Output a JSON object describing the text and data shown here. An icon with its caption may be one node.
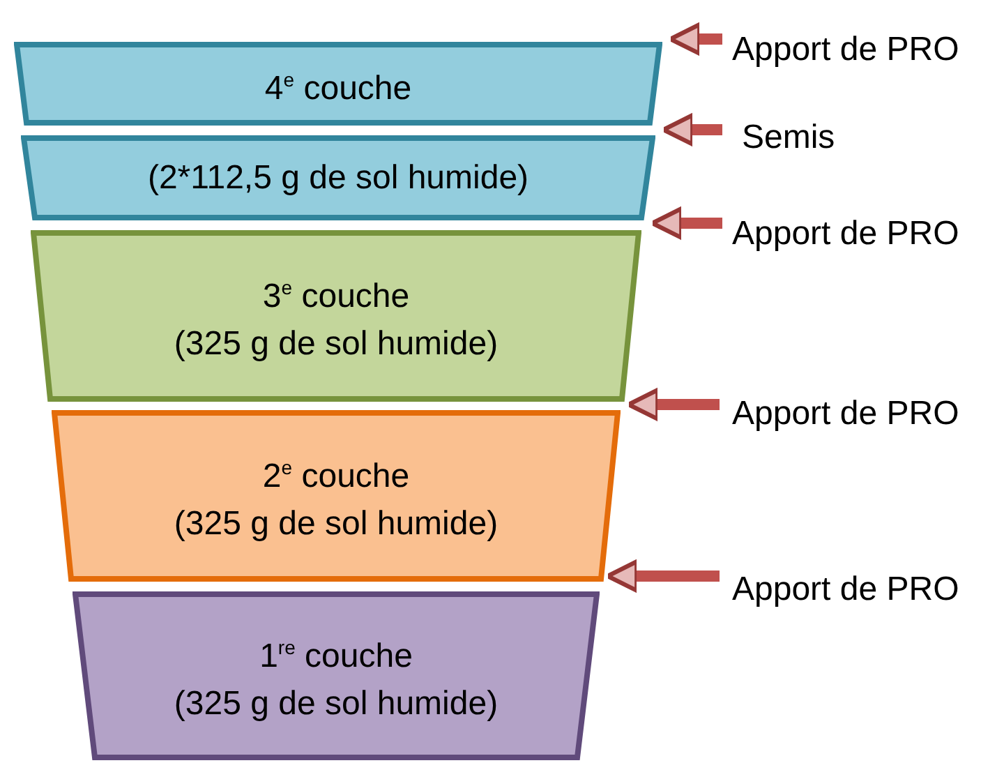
{
  "diagram": {
    "nodes": [
      {
        "text": [
          "4$^{e}$ couche"
        ]
      },
      {
        "text": [
          "(2*112,5 g de sol humide)"
        ]
      },
      {
        "text": [
          "3$^{e}$ couche",
          "(325 g de sol humide)"
        ]
      },
      {
        "text": [
          "2$^{e}$ couche",
          "(325 g de sol humide)"
        ]
      },
      {
        "text": [
          "1$^{re}$ couche",
          "(325 g de sol humide)"
        ]
      },
      {
        "text": [
          "Apport de PRO"
        ]
      },
      {
        "text": [
          "Semis"
        ]
      },
      {
        "text": [
          "Apport de PRO"
        ]
      },
      {
        "text": [
          "Apport de PRO"
        ]
      },
      {
        "text": [
          "Apport de PRO"
        ]
      }
    ],
    "edges": [
      {
        "from": 5,
        "to": 0,
        "arrow": "to"
      },
      {
        "from": 6,
        "to": 1,
        "arrow": "to"
      },
      {
        "from": 7,
        "to": 1,
        "arrow": "to"
      },
      {
        "from": 8,
        "to": 3,
        "arrow": "to"
      },
      {
        "from": 9,
        "to": 4,
        "arrow": "to"
      }
    ]
  }
}
